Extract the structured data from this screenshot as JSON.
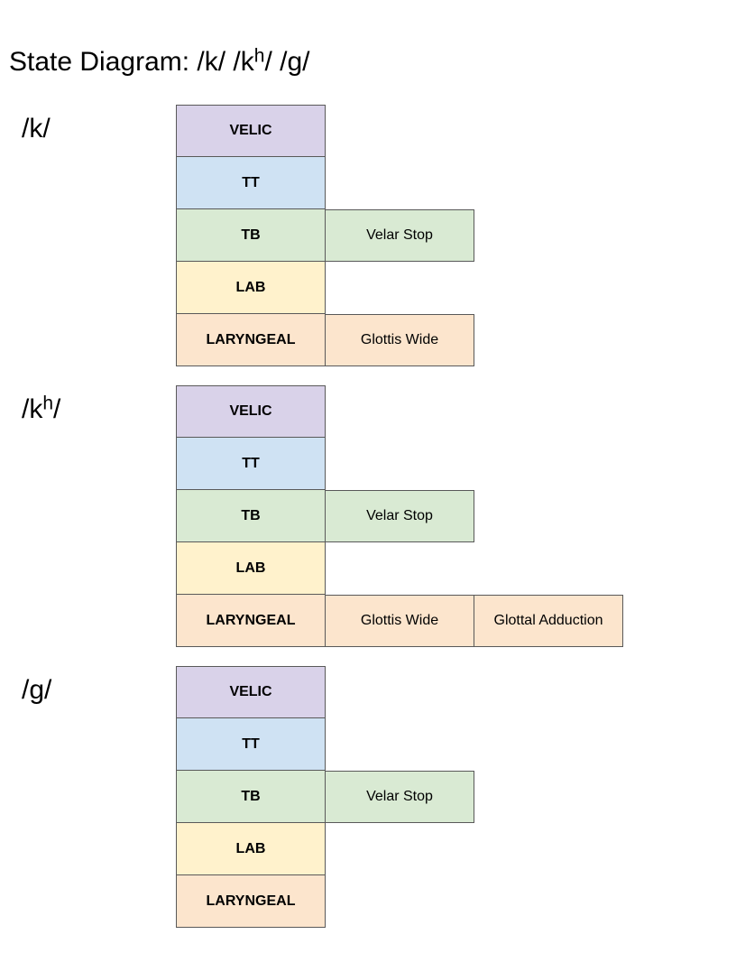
{
  "title": {
    "prefix": "State Diagram: /k/ /k",
    "sup": "h",
    "suffix": "/ /g/"
  },
  "colors": {
    "VELIC": "#d9d2e9",
    "TT": "#cfe2f3",
    "TB": "#d9ead3",
    "LAB": "#fff2cc",
    "LARYNGEAL": "#fce5cd",
    "border": "#595959"
  },
  "segments": [
    {
      "label": {
        "base": "/k/",
        "sup": "",
        "tail": ""
      },
      "tiers": [
        {
          "name": "VELIC",
          "gestures": []
        },
        {
          "name": "TT",
          "gestures": []
        },
        {
          "name": "TB",
          "gestures": [
            "Velar Stop"
          ]
        },
        {
          "name": "LAB",
          "gestures": []
        },
        {
          "name": "LARYNGEAL",
          "gestures": [
            "Glottis Wide"
          ]
        }
      ]
    },
    {
      "label": {
        "base": "/k",
        "sup": "h",
        "tail": "/"
      },
      "tiers": [
        {
          "name": "VELIC",
          "gestures": []
        },
        {
          "name": "TT",
          "gestures": []
        },
        {
          "name": "TB",
          "gestures": [
            "Velar Stop"
          ]
        },
        {
          "name": "LAB",
          "gestures": []
        },
        {
          "name": "LARYNGEAL",
          "gestures": [
            "Glottis Wide",
            "Glottal Adduction"
          ]
        }
      ]
    },
    {
      "label": {
        "base": "/g/",
        "sup": "",
        "tail": ""
      },
      "tiers": [
        {
          "name": "VELIC",
          "gestures": []
        },
        {
          "name": "TT",
          "gestures": []
        },
        {
          "name": "TB",
          "gestures": [
            "Velar Stop"
          ]
        },
        {
          "name": "LAB",
          "gestures": []
        },
        {
          "name": "LARYNGEAL",
          "gestures": []
        }
      ]
    }
  ]
}
